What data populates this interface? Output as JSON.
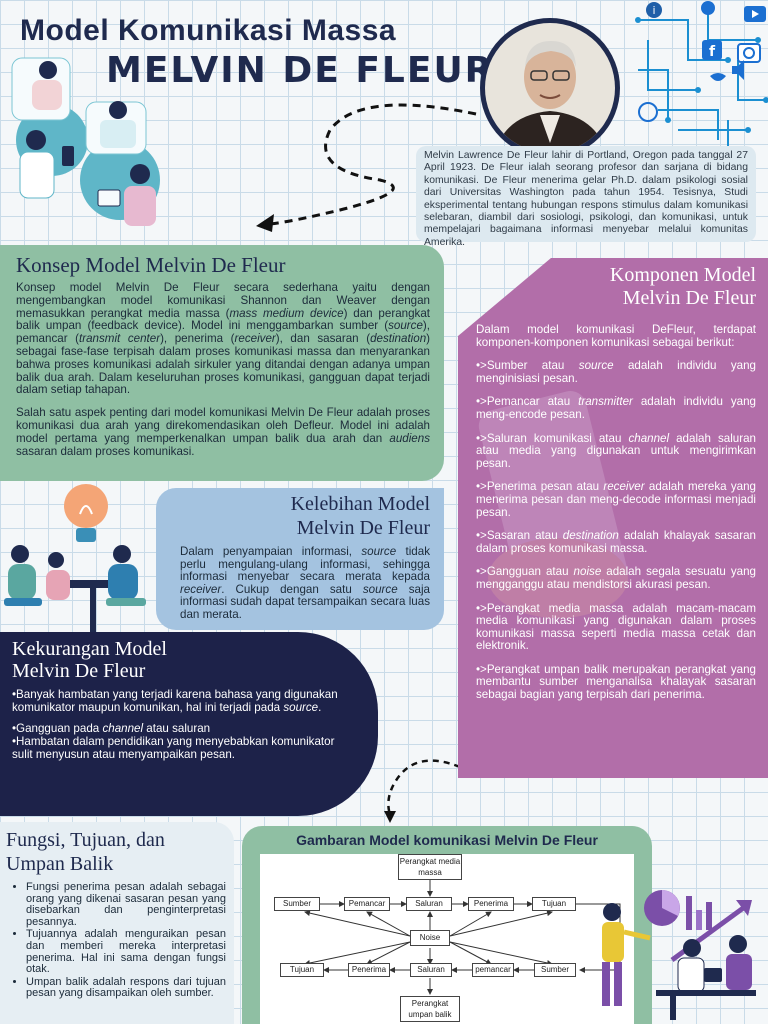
{
  "header": {
    "title_line1": "Model Komunikasi Massa",
    "title_line2": "MELVIN DE FLEUR"
  },
  "bio": "Melvin Lawrence De Fleur lahir di Portland, Oregon pada tanggal 27 April 1923. De Fleur ialah seorang profesor dan sarjana di bidang komunikasi. De Fleur menerima gelar Ph.D. dalam psikologi sosial dari Universitas Washington pada tahun 1954. Tesisnya, Studi eksperimental tentang hubungan respons stimulus dalam komunikasi selebaran, diambil dari sosiologi, psikologi, dan komunikasi, untuk mempelajari bagaimana informasi menyebar melalui komunitas Amerika.",
  "konsep": {
    "title": "Konsep Model Melvin De Fleur",
    "p1": {
      "t1": "Konsep model Melvin De Fleur secara sederhana yaitu dengan mengembangkan model komunikasi Shannon dan Weaver dengan memasukkan perangkat media massa (",
      "i1": "mass medium device",
      "t2": ") dan perangkat balik umpan (feedback device). Model ini menggambarkan sumber (",
      "i2": "source",
      "t3": "), pemancar (",
      "i3": "transmit center",
      "t4": "), penerima (",
      "i4": "receiver",
      "t5": "), dan sasaran (",
      "i5": "destination",
      "t6": ") sebagai fase-fase terpisah dalam proses komunikasi massa dan menyarankan bahwa proses komunikasi adalah sirkuler yang ditandai dengan adanya umpan balik dua arah. Dalam keseluruhan proses komunikasi, gangguan dapat terjadi dalam setiap tahapan."
    },
    "p2": {
      "t1": "Salah satu aspek penting dari model komunikasi Melvin De Fleur adalah proses komunikasi dua arah yang direkomendasikan oleh Defleur. Model ini adalah model pertama yang memperkenalkan umpan balik dua arah dan ",
      "i1": "audiens",
      "t2": " sasaran dalam proses komunikasi."
    }
  },
  "komponen": {
    "title_line1": "Komponen Model",
    "title_line2": "Melvin De Fleur",
    "intro": "Dalam model komunikasi DeFleur, terdapat komponen-komponen komunikasi sebagai berikut:",
    "items": [
      {
        "pre": "•>Sumber atau ",
        "em": "source",
        "post": " adalah individu yang menginisiasi pesan."
      },
      {
        "pre": "•>Pemancar atau ",
        "em": "transmitter",
        "post": " adalah individu yang meng-encode pesan."
      },
      {
        "pre": "•>Saluran komunikasi atau ",
        "em": "channel",
        "post": " adalah saluran atau media yang digunakan untuk mengirimkan pesan."
      },
      {
        "pre": "•>Penerima pesan atau ",
        "em": "receiver",
        "post": " adalah mereka yang menerima pesan dan meng-decode informasi menjadi pesan."
      },
      {
        "pre": "•>Sasaran atau ",
        "em": "destination",
        "post": " adalah khalayak sasaran dalam proses komunikasi massa."
      },
      {
        "pre": "•>Gangguan atau ",
        "em": "noise",
        "post": " adalah segala sesuatu yang mengganggu atau mendistorsi akurasi pesan."
      },
      {
        "pre": "•>Perangkat media massa adalah macam-macam media komunikasi yang digunakan dalam proses komunikasi massa seperti media massa cetak dan elektronik.",
        "em": "",
        "post": ""
      },
      {
        "pre": "•>Perangkat umpan balik merupakan perangkat yang membantu sumber menganalisa khalayak sasaran sebagai bagian yang terpisah dari penerima.",
        "em": "",
        "post": ""
      }
    ]
  },
  "kelebihan": {
    "title_line1": "Kelebihan Model",
    "title_line2": "Melvin De Fleur",
    "t1": "Dalam penyampaian informasi, ",
    "i1": "source",
    "t2": " tidak perlu mengulang-ulang informasi, sehingga informasi menyebar secara merata kepada ",
    "i2": "receiver",
    "t3": ". Cukup dengan satu ",
    "i3": "source",
    "t4": " saja informasi sudah dapat tersampaikan secara luas dan merata."
  },
  "kekurangan": {
    "title_line1": "Kekurangan Model",
    "title_line2": "Melvin De Fleur",
    "item1_pre": "•Banyak hambatan yang terjadi karena bahasa yang digunakan komunikator maupun komunikan, hal ini terjadi pada ",
    "item1_em": "source",
    "item1_post": ".",
    "item2_pre": "•Gangguan pada ",
    "item2_em": "channel",
    "item2_post": " atau saluran",
    "item3": "•Hambatan dalam pendidikan yang menyebabkan komunikator sulit menyusun atau menyampaikan pesan."
  },
  "fungsi": {
    "title_line1": "Fungsi, Tujuan, dan",
    "title_line2": "Umpan Balik",
    "items": [
      "Fungsi penerima pesan adalah sebagai orang yang dikenai sasaran pesan yang disebarkan dan penginterpretasi pesannya.",
      "Tujuannya adalah menguraikan pesan dan memberi mereka interpretasi penerima. Hal ini sama dengan fungsi otak.",
      "Umpan balik adalah respons dari tujuan pesan yang disampaikan oleh sumber."
    ]
  },
  "gambar": {
    "title": "Gambaran Model komunikasi Melvin De Fleur",
    "nodes": {
      "media": "Perangkat media massa",
      "sumber_top": "Sumber",
      "pemancar_top": "Pemancar",
      "saluran_top": "Saluran",
      "penerima_top": "Penerima",
      "tujuan_top": "Tujuan",
      "noise": "Noise",
      "tujuan_bot": "Tujuan",
      "penerima_bot": "Penerima",
      "saluran_bot": "Saluran",
      "pemancar_bot": "pemancar",
      "sumber_bot": "Sumber",
      "umpan": "Perangkat umpan balik"
    }
  },
  "colors": {
    "navy": "#1d2249",
    "green_panel": "#8fbfa3",
    "purple_panel": "#b26ea9",
    "blue_panel": "#a4c3e0",
    "grid": "#c9dbe8"
  },
  "icons": [
    "info-icon",
    "facebook-icon",
    "twitter-icon",
    "youtube-icon",
    "camera-icon",
    "speaker-icon",
    "pinterest-icon",
    "lightbulb-icon"
  ]
}
